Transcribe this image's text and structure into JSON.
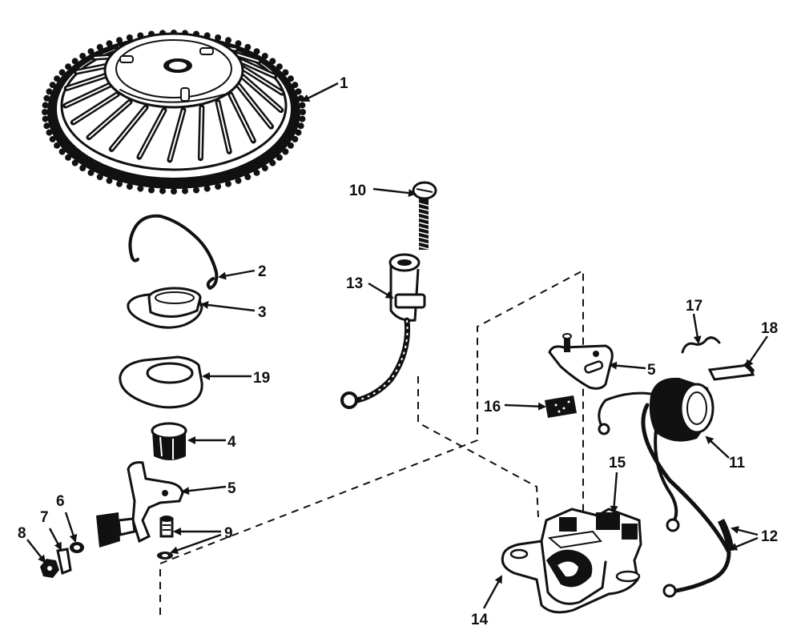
{
  "diagram": {
    "callouts": [
      {
        "id": "c1",
        "label": "1"
      },
      {
        "id": "c2",
        "label": "2"
      },
      {
        "id": "c3",
        "label": "3"
      },
      {
        "id": "c19",
        "label": "19"
      },
      {
        "id": "c4",
        "label": "4"
      },
      {
        "id": "c5a",
        "label": "5"
      },
      {
        "id": "c9",
        "label": "9"
      },
      {
        "id": "c6",
        "label": "6"
      },
      {
        "id": "c7",
        "label": "7"
      },
      {
        "id": "c8",
        "label": "8"
      },
      {
        "id": "c10",
        "label": "10"
      },
      {
        "id": "c13",
        "label": "13"
      },
      {
        "id": "c17",
        "label": "17"
      },
      {
        "id": "c18",
        "label": "18"
      },
      {
        "id": "c5b",
        "label": "5"
      },
      {
        "id": "c16",
        "label": "16"
      },
      {
        "id": "c11",
        "label": "11"
      },
      {
        "id": "c15",
        "label": "15"
      },
      {
        "id": "c12",
        "label": "12"
      },
      {
        "id": "c14",
        "label": "14"
      }
    ]
  }
}
